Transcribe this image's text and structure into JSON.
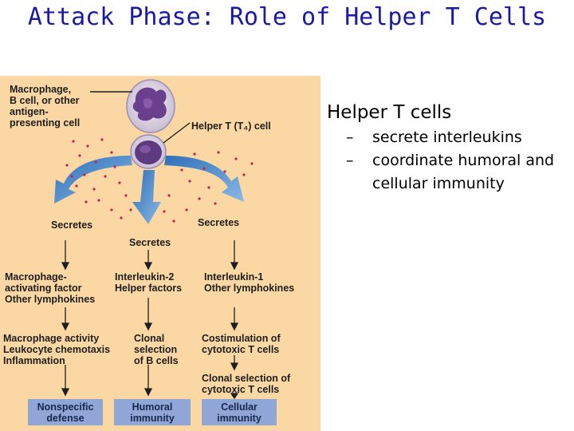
{
  "title": "Attack Phase: Role of Helper T Cells",
  "bullets": {
    "main": "Helper T cells",
    "subs": [
      "secrete interleukins",
      "coordinate humoral and cellular immunity"
    ],
    "dash": "–"
  },
  "figure": {
    "apc_label": "Macrophage,\nB cell, or other\nantigen-\npresenting cell",
    "helper_label": "Helper T (T₄) cell",
    "secretes_left": "Secretes",
    "secretes_mid": "Secretes",
    "secretes_right": "Secretes",
    "col1_factor": "Macrophage-\nactivating factor\nOther lymphokines",
    "col2_factor": "Interleukin-2\nHelper factors",
    "col3_factor": "Interleukin-1\nOther lymphokines",
    "col1_effect": "Macrophage activity\nLeukocyte chemotaxis\nInflammation",
    "col2_effect": "Clonal\nselection\nof B cells",
    "col3_effect": "Costimulation of\ncytotoxic T cells",
    "col3_effect2": "Clonal selection of\ncytotoxic T cells",
    "box1": "Nonspecific\ndefense",
    "box2": "Humoral\nimmunity",
    "box3": "Cellular\nimmunity"
  },
  "colors": {
    "title": "#1a1aa8",
    "panel": "#fbd7a4",
    "box": "#8fa6d6",
    "arrow": "#4f86c2",
    "dots": "#c0254f"
  }
}
